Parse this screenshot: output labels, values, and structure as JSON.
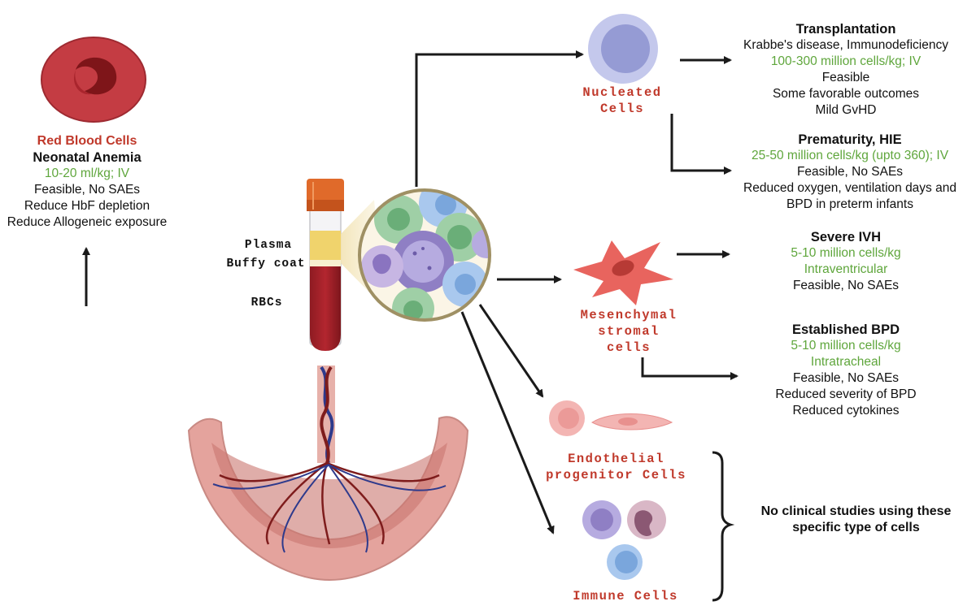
{
  "rbc": {
    "title": "Red Blood Cells",
    "condition": "Neonatal Anemia",
    "dose": "10-20 ml/kg; IV",
    "line1": "Feasible, No SAEs",
    "line2": "Reduce HbF depletion",
    "line3": "Reduce Allogeneic exposure"
  },
  "tube": {
    "plasma": "Plasma",
    "buffy": "Buffy coat",
    "rbcs": "RBCs"
  },
  "cells": {
    "nucleated": [
      "Nucleated",
      "Cells"
    ],
    "msc": [
      "Mesenchymal",
      "stromal",
      "cells"
    ],
    "epc": [
      "Endothelial",
      "progenitor Cells"
    ],
    "immune": "Immune Cells"
  },
  "transplant": {
    "title": "Transplantation",
    "line1": "Krabbe's disease, Immunodeficiency",
    "dose": "100-300 million cells/kg; IV",
    "line2": "Feasible",
    "line3": "Some favorable outcomes",
    "line4": "Mild GvHD"
  },
  "prematurity": {
    "title": "Prematurity, HIE",
    "dose": "25-50 million cells/kg (upto 360); IV",
    "line1": "Feasible, No SAEs",
    "line2": "Reduced oxygen, ventilation days and",
    "line3": "BPD in preterm infants"
  },
  "ivh": {
    "title": "Severe IVH",
    "dose": "5-10 million cells/kg",
    "route": "Intraventricular",
    "line1": "Feasible, No SAEs"
  },
  "bpd": {
    "title": "Established BPD",
    "dose": "5-10 million cells/kg",
    "route": "Intratracheal",
    "line1": "Feasible, No SAEs",
    "line2": "Reduced severity of BPD",
    "line3": "Reduced cytokines"
  },
  "noclinical": [
    "No clinical studies using these",
    "specific type of cells"
  ],
  "colors": {
    "red": "#c0392b",
    "green": "#5fa63c",
    "arrow": "#1a1a1a"
  }
}
